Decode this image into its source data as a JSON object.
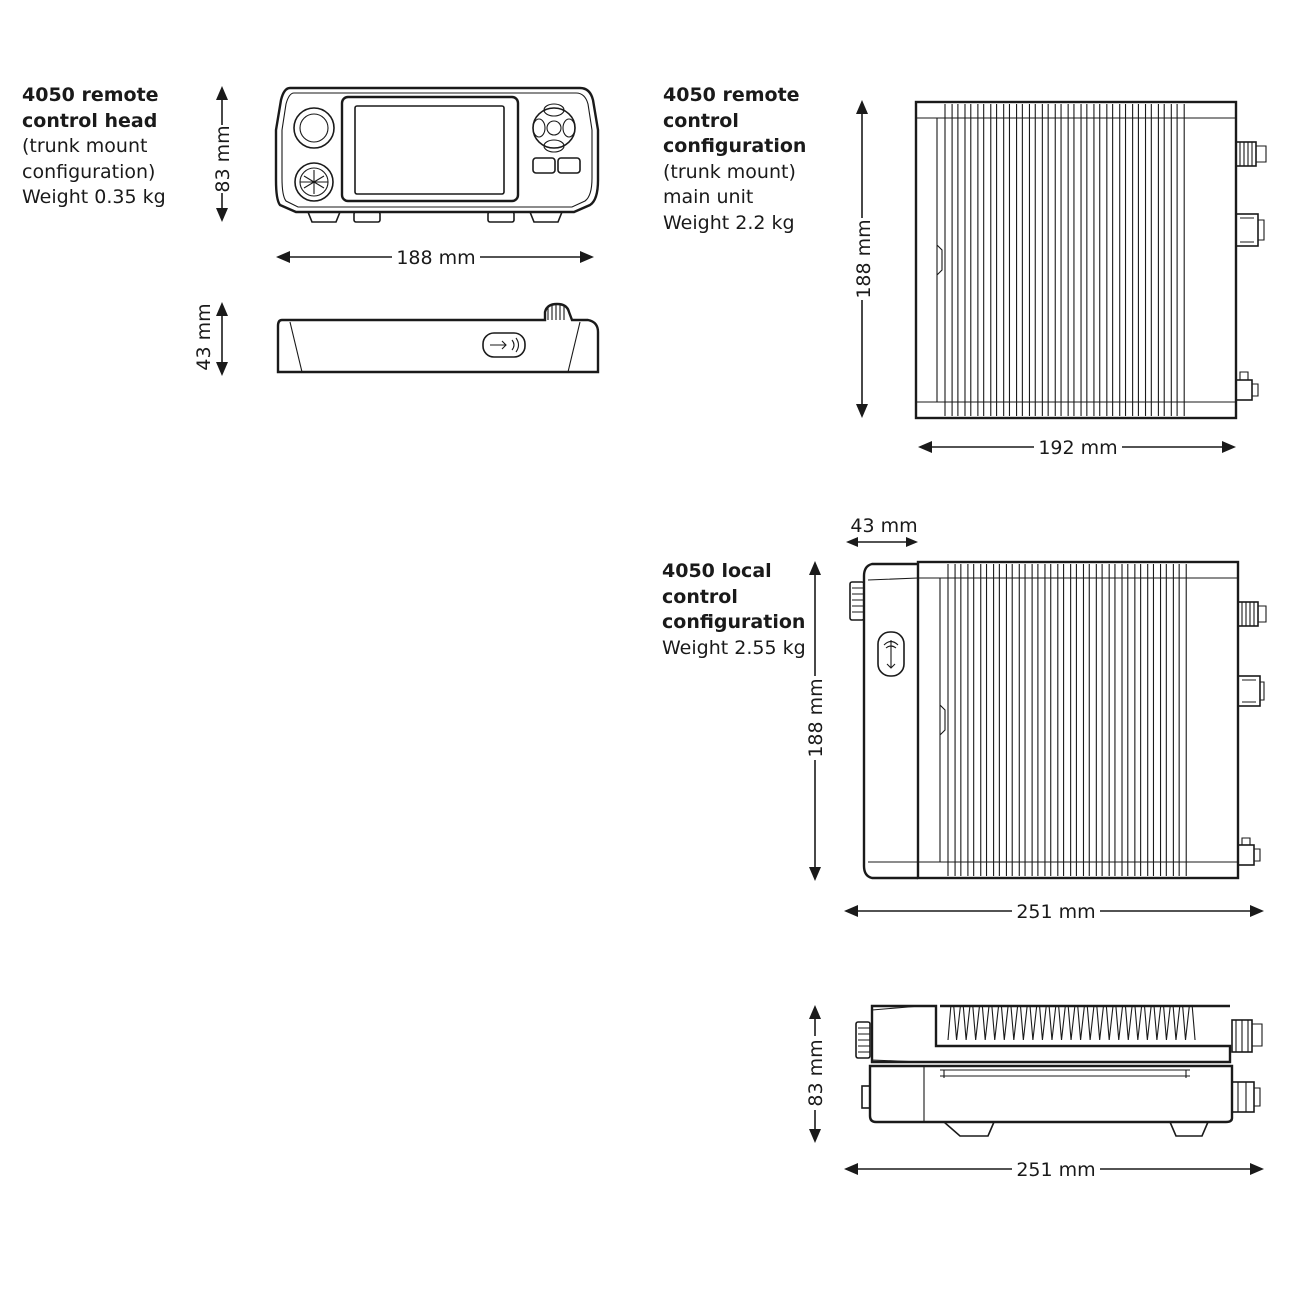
{
  "captions": {
    "remote_head": {
      "title_lines": [
        "4050 remote",
        "control head"
      ],
      "detail_lines": [
        "(trunk mount",
        "configuration)",
        "Weight 0.35 kg"
      ]
    },
    "remote_config": {
      "title_lines": [
        "4050 remote",
        "control",
        "configuration"
      ],
      "detail_lines": [
        "(trunk mount)",
        "main unit",
        "Weight 2.2 kg"
      ]
    },
    "local_config": {
      "title_lines": [
        "4050 local",
        "control",
        "configuration"
      ],
      "detail_lines": [
        "Weight 2.55 kg"
      ]
    }
  },
  "dimensions": {
    "head_height": "83 mm",
    "head_width": "188 mm",
    "head_depth": "43 mm",
    "main_height": "188 mm",
    "main_width": "192 mm",
    "local_head_depth": "43 mm",
    "local_height": "188 mm",
    "local_width": "251 mm",
    "side_height": "83 mm",
    "side_width": "251 mm"
  }
}
